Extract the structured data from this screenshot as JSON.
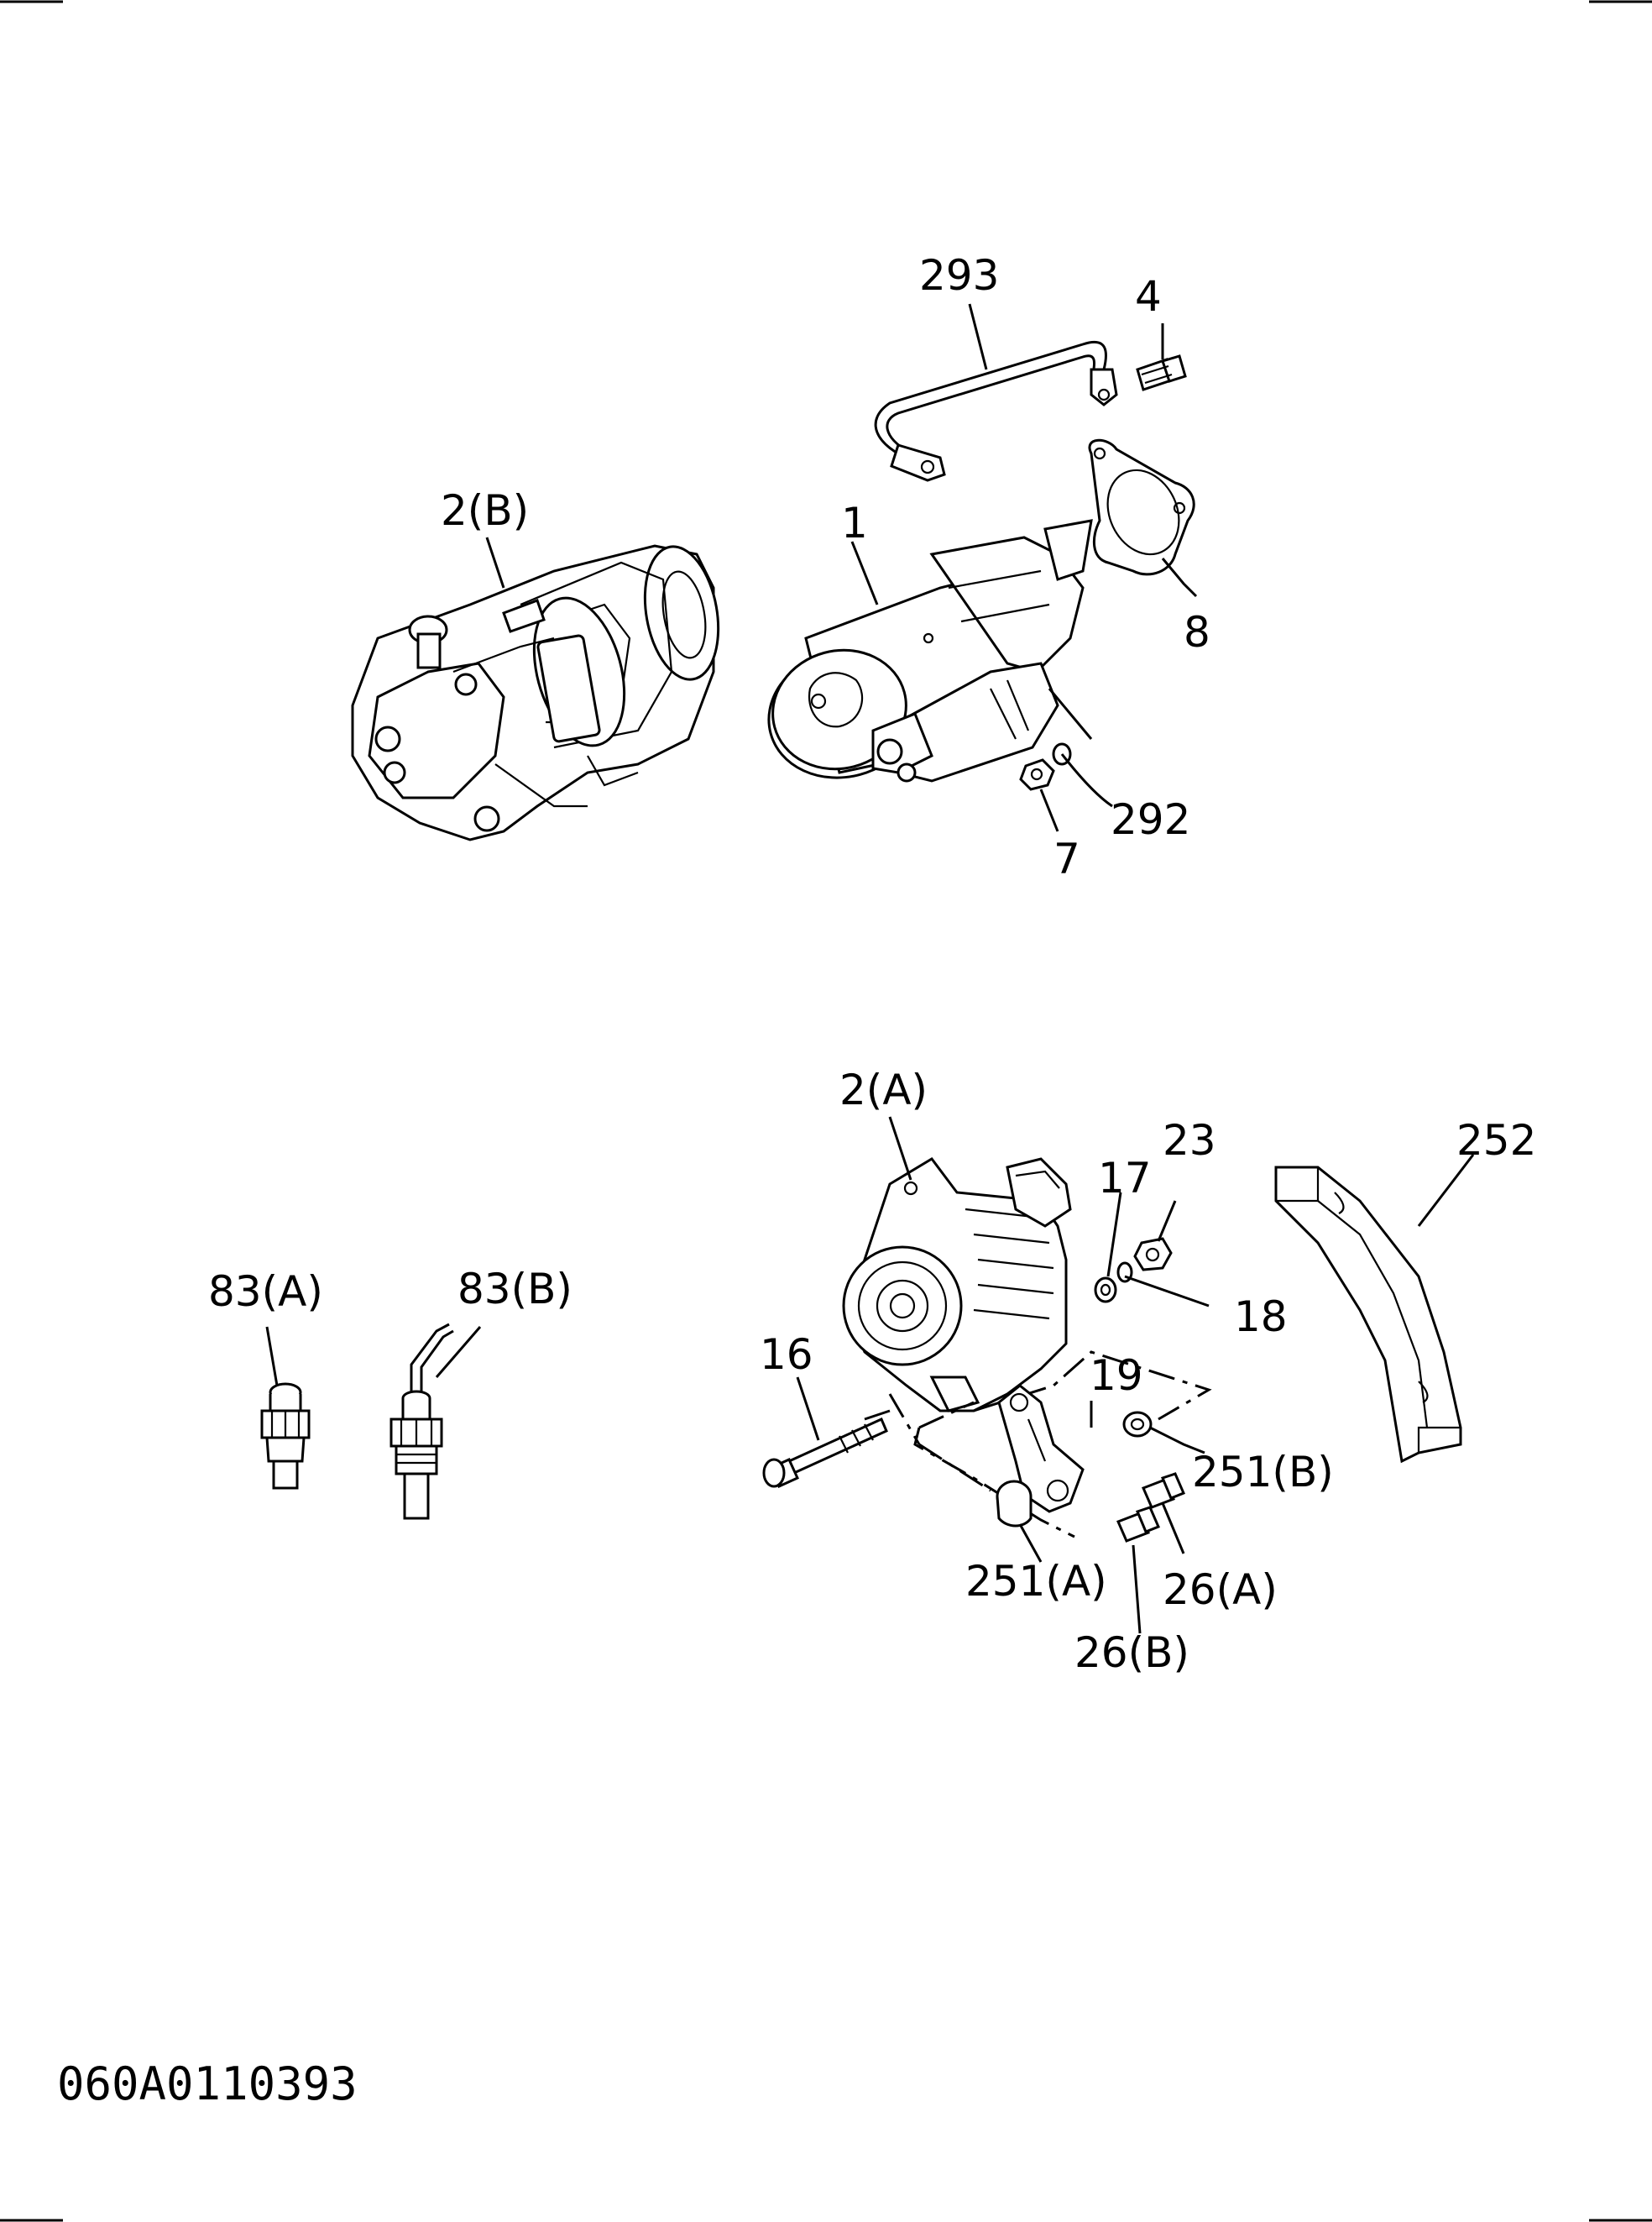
{
  "drawing": {
    "code": "060A0110393",
    "callouts": {
      "c293": "293",
      "c4": "4",
      "c2b": "2(B)",
      "c1": "1",
      "c8": "8",
      "c292": "292",
      "c7": "7",
      "c2a": "2(A)",
      "c23": "23",
      "c17": "17",
      "c252": "252",
      "c83a": "83(A)",
      "c83b": "83(B)",
      "c18": "18",
      "c16": "16",
      "c19": "19",
      "c251b": "251(B)",
      "c251a": "251(A)",
      "c26a": "26(A)",
      "c26b": "26(B)"
    }
  }
}
